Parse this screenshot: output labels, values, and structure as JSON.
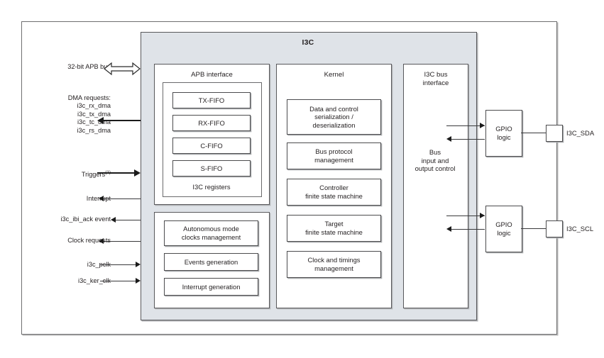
{
  "diagram": {
    "title": "I3C",
    "left_signals": [
      {
        "name": "apb-bus",
        "label": "32-bit APB bus",
        "direction": "bidirectional"
      },
      {
        "name": "dma-requests",
        "label": "DMA requests:\ni3c_rx_dma\ni3c_tx_dma\ni3c_tc_dma\ni3c_rs_dma",
        "direction": "out"
      },
      {
        "name": "triggers",
        "label": "Triggers",
        "superscript": "(1)",
        "direction": "in"
      },
      {
        "name": "interrupt",
        "label": "Interrupt",
        "direction": "out"
      },
      {
        "name": "i3c-ibi-ack-event",
        "label": "i3c_ibi_ack event",
        "direction": "out"
      },
      {
        "name": "clock-requests",
        "label": "Clock requests",
        "direction": "out"
      },
      {
        "name": "i3c-pclk",
        "label": "i3c_pclk",
        "direction": "in"
      },
      {
        "name": "i3c-ker-clk",
        "label": "i3c_ker_clk",
        "direction": "in"
      }
    ],
    "columns": [
      {
        "name": "apb-interface",
        "title": "APB interface",
        "subtitle": "I3C registers",
        "blocks": [
          "TX-FIFO",
          "RX-FIFO",
          "C-FIFO",
          "S-FIFO"
        ]
      },
      {
        "name": "apb-autonomous",
        "blocks": [
          "Autonomous mode\nclocks management",
          "Events generation",
          "Interrupt generation"
        ]
      },
      {
        "name": "kernel",
        "title": "Kernel",
        "blocks": [
          "Data and control\nserialization /\ndeserialization",
          "Bus protocol\nmanagement",
          "Controller\nfinite state machine",
          "Target\nfinite state machine",
          "Clock and timings\nmanagement"
        ]
      },
      {
        "name": "i3c-bus-interface",
        "title": "I3C bus\ninterface",
        "blocks": [
          "Bus\ninput and\noutput control"
        ]
      }
    ],
    "gpio": [
      {
        "name": "gpio-logic-sda",
        "label": "GPIO\nlogic",
        "pad": "I3C_SDA"
      },
      {
        "name": "gpio-logic-scl",
        "label": "GPIO\nlogic",
        "pad": "I3C_SCL"
      }
    ],
    "colors": {
      "panel_fill": "#dfe3e8",
      "border": "#58585b",
      "line": "#1b1b1b",
      "background": "#ffffff"
    }
  }
}
